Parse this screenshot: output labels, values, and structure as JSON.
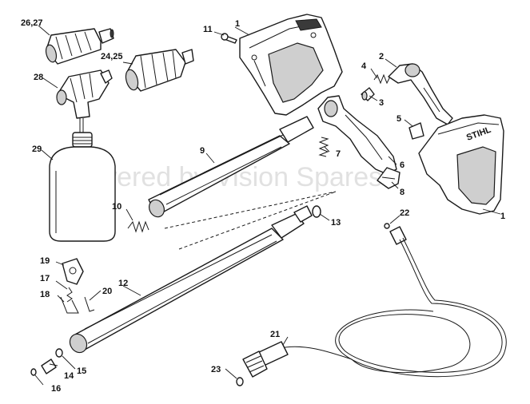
{
  "watermark": "Powered by Vision Spares",
  "brand_mark": "STIHL",
  "callouts": {
    "c26_27": "26,27",
    "c24_25": "24,25",
    "c28": "28",
    "c29": "29",
    "c11": "11",
    "c1_top": "1",
    "c1_right": "1",
    "c2": "2",
    "c3": "3",
    "c4": "4",
    "c5": "5",
    "c6": "6",
    "c7": "7",
    "c8": "8",
    "c9": "9",
    "c10": "10",
    "c12": "12",
    "c13": "13",
    "c14": "14",
    "c15": "15",
    "c16": "16",
    "c17": "17",
    "c18": "18",
    "c19": "19",
    "c20": "20",
    "c21": "21",
    "c22": "22",
    "c23": "23"
  }
}
